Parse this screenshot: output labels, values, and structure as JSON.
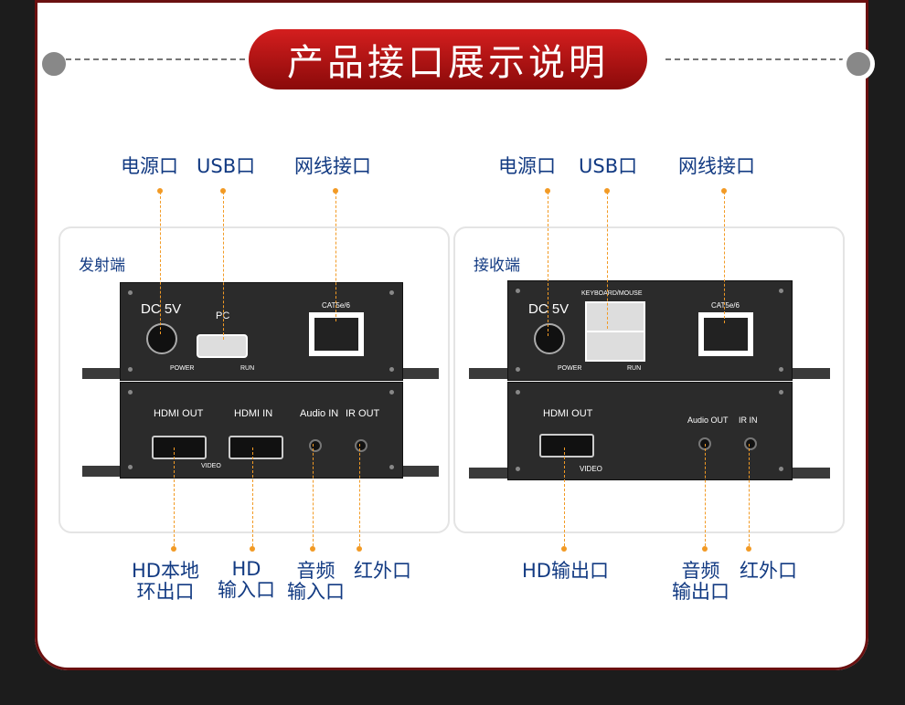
{
  "header": {
    "title": "产品接口展示说明"
  },
  "top_labels": {
    "power_left": "电源口",
    "usb_left": "USB口",
    "net_left": "网线接口",
    "power_right": "电源口",
    "usb_right": "USB口",
    "net_right": "网线接口"
  },
  "transmitter": {
    "title": "发射端",
    "dc": "DC 5V",
    "pc": "PC",
    "power": "POWER",
    "run": "RUN",
    "cat": "CAT5e/6",
    "hdmi_out": "HDMI  OUT",
    "hdmi_in": "HDMI  IN",
    "audio_in": "Audio IN",
    "ir_out": "IR OUT",
    "video": "VIDEO"
  },
  "receiver": {
    "title": "接收端",
    "dc": "DC 5V",
    "keyboard": "KEYBOARD/MOUSE",
    "power": "POWER",
    "run": "RUN",
    "cat": "CAT5e/6",
    "hdmi_out": "HDMI  OUT",
    "audio_out": "Audio OUT",
    "ir_in": "IR  IN",
    "video": "VIDEO"
  },
  "bottom_labels": {
    "hd_loop_1": "HD本地",
    "hd_loop_2": "环出口",
    "hd_in_1": "HD",
    "hd_in_2": "输入口",
    "audio_in_1": "音频",
    "audio_in_2": "输入口",
    "ir_left": "红外口",
    "hd_out": "HD输出口",
    "audio_out_1": "音频",
    "audio_out_2": "输出口",
    "ir_right": "红外口"
  }
}
